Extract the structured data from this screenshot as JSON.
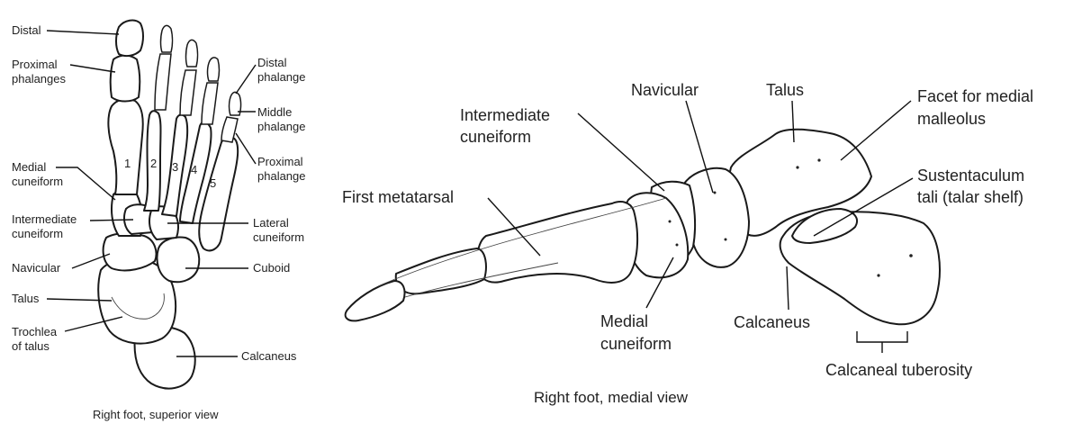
{
  "superior_view": {
    "caption": "Right foot, superior view",
    "labels": {
      "distal": "Distal",
      "proximal_phalanges_1": "Proximal",
      "proximal_phalanges_2": "phalanges",
      "medial_cuneiform_1": "Medial",
      "medial_cuneiform_2": "cuneiform",
      "intermediate_cuneiform_1": "Intermediate",
      "intermediate_cuneiform_2": "cuneiform",
      "navicular": "Navicular",
      "talus": "Talus",
      "trochlea_1": "Trochlea",
      "trochlea_2": "of talus",
      "distal_phalange_1": "Distal",
      "distal_phalange_2": "phalange",
      "middle_phalange_1": "Middle",
      "middle_phalange_2": "phalange",
      "proximal_phalange_1": "Proximal",
      "proximal_phalange_2": "phalange",
      "lateral_cuneiform_1": "Lateral",
      "lateral_cuneiform_2": "cuneiform",
      "cuboid": "Cuboid",
      "calcaneus": "Calcaneus"
    },
    "metatarsal_numbers": [
      "1",
      "2",
      "3",
      "4",
      "5"
    ]
  },
  "medial_view": {
    "caption": "Right foot, medial view",
    "labels": {
      "intermediate_cuneiform_1": "Intermediate",
      "intermediate_cuneiform_2": "cuneiform",
      "navicular": "Navicular",
      "talus": "Talus",
      "facet_1": "Facet for medial",
      "facet_2": "malleolus",
      "sustentaculum_1": "Sustentaculum",
      "sustentaculum_2": "tali (talar shelf)",
      "first_metatarsal": "First metatarsal",
      "medial_cuneiform_1": "Medial",
      "medial_cuneiform_2": "cuneiform",
      "calcaneus": "Calcaneus",
      "calcaneal_tuberosity": "Calcaneal tuberosity"
    }
  }
}
